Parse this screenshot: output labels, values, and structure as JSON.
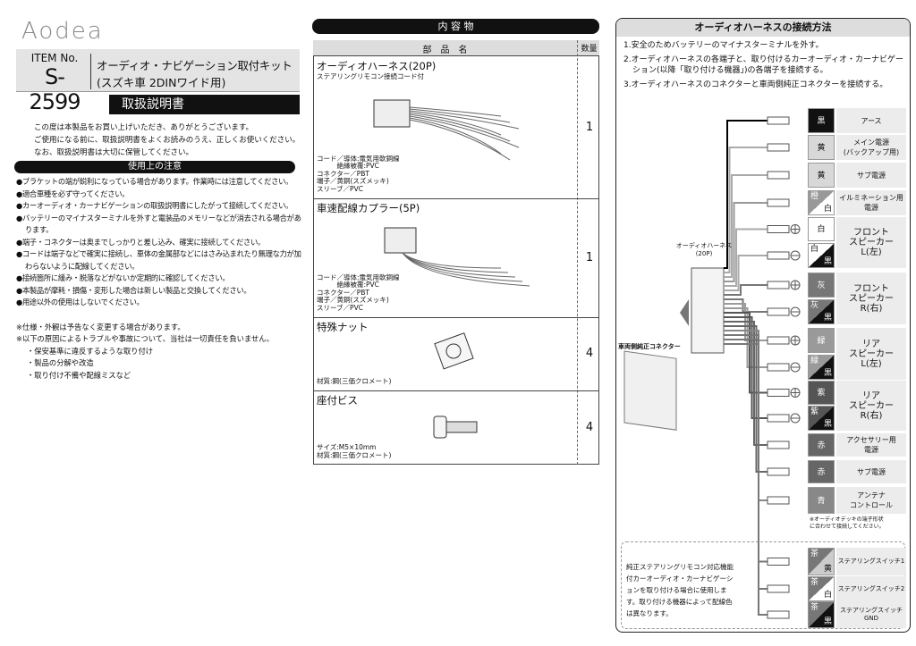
{
  "brand": "Aodea",
  "item": {
    "label": "ITEM No.",
    "code": "S-2599",
    "title_line1": "オーディオ・ナビゲーション取付キット",
    "title_line2": "(スズキ車 2DINワイド用)"
  },
  "manual_title": "取扱説明書",
  "intro": [
    "この度は本製品をお買い上げいただき、ありがとうございます。",
    "ご使用になる前に、取扱説明書をよくお読みのうえ、正しくお使いください。",
    "なお、取扱説明書は大切に保管してください。"
  ],
  "cautions": {
    "title": "使用上の注意",
    "items": [
      "●ブラケットの端が鋭利になっている場合があります。作業時には注意してください。",
      "●適合車種を必ず守ってください。",
      "●カーオーディオ・カーナビゲーションの取扱説明書にしたがって接続してください。",
      "●バッテリーのマイナスターミナルを外すと電装品のメモリーなどが消去される場合があります。",
      "●端子・コネクターは奥までしっかりと差し込み、確実に接続してください。",
      "●コードは端子などで確実に接続し、車体の金属部などにはさみ込まれたり無理な力が加わらないように配線してください。",
      "●接続箇所に緩み・脱落などがないか定期的に確認してください。",
      "●本製品が摩耗・損傷・変形した場合は新しい製品と交換してください。",
      "●用途以外の使用はしないでください。"
    ]
  },
  "notes": [
    "※仕様・外観は予告なく変更する場合があります。",
    "※以下の原因によるトラブルや事故について、当社は一切責任を負いません。",
    "・保安基準に違反するような取り付け",
    "・製品の分解や改造",
    "・取り付け不備や配線ミスなど"
  ],
  "contents": {
    "title": "内 容 物",
    "header_name": "部　品　名",
    "header_qty": "数量",
    "parts": [
      {
        "name": "オーディオハーネス(20P)",
        "sub": "ステアリングリモコン接続コード付",
        "spec": [
          "コード／導体:電気用軟銅線",
          "　　　絶縁被覆:PVC",
          "コネクター／PBT",
          "端子／黄銅(スズメッキ)",
          "スリーブ／PVC"
        ],
        "qty": "1"
      },
      {
        "name": "車速配線カプラー(5P)",
        "sub": "",
        "spec": [
          "コード／導体:電気用軟銅線",
          "　　　絶縁被覆:PVC",
          "コネクター／PBT",
          "端子／黄銅(スズメッキ)",
          "スリーブ／PVC"
        ],
        "qty": "1"
      },
      {
        "name": "特殊ナット",
        "sub": "",
        "spec": [
          "材質:鋼(三価クロメート)"
        ],
        "qty": "4"
      },
      {
        "name": "座付ビス",
        "sub": "",
        "spec": [
          "サイズ:M5×10mm",
          "材質:鋼(三価クロメート)"
        ],
        "qty": "4"
      }
    ]
  },
  "harness": {
    "title": "オーディオハーネスの接続方法",
    "steps": [
      "1.安全のためバッテリーのマイナスターミナルを外す。",
      "2.オーディオハーネスの各端子と、取り付けるカーオーディオ・カーナビゲーション(以降「取り付ける機器」)の各端子を接続する。",
      "3.オーディオハーネスのコネクターと車両側純正コネクターを接続する。"
    ],
    "harness_label": "オーディオハーネス",
    "harness_pins": "(20P)",
    "vehicle_connector": "車両側純正コネクター",
    "wires": [
      {
        "color": "黒",
        "bg": "#111",
        "fg": "#fff"
      },
      {
        "color": "黄",
        "bg": "#d8d8d8",
        "fg": "#111"
      },
      {
        "color": "黄",
        "bg": "#d8d8d8",
        "fg": "#111"
      },
      {
        "color": "橙",
        "color2": "白",
        "bg": "#999",
        "bg2": "#fff"
      },
      {
        "color": "白",
        "bg": "#fff",
        "fg": "#111",
        "sign": "+"
      },
      {
        "color": "白",
        "color2": "黒",
        "bg": "#fff",
        "bg2": "#111",
        "sign": "-"
      },
      {
        "color": "灰",
        "bg": "#777",
        "fg": "#fff",
        "sign": "+"
      },
      {
        "color": "灰",
        "color2": "黒",
        "bg": "#777",
        "bg2": "#111",
        "sign": "-"
      },
      {
        "color": "緑",
        "bg": "#9a9a9a",
        "fg": "#fff",
        "sign": "+"
      },
      {
        "color": "緑",
        "color2": "黒",
        "bg": "#9a9a9a",
        "bg2": "#111",
        "sign": "-"
      },
      {
        "color": "紫",
        "bg": "#555",
        "fg": "#fff",
        "sign": "+"
      },
      {
        "color": "紫",
        "color2": "黒",
        "bg": "#555",
        "bg2": "#111",
        "sign": "-"
      },
      {
        "color": "赤",
        "bg": "#666",
        "fg": "#fff"
      },
      {
        "color": "赤",
        "bg": "#666",
        "fg": "#fff"
      },
      {
        "color": "青",
        "bg": "#888",
        "fg": "#fff"
      },
      {
        "color": "茶",
        "color2": "黄",
        "bg": "#777",
        "bg2": "#ccc"
      },
      {
        "color": "茶",
        "color2": "白",
        "bg": "#777",
        "bg2": "#fff"
      },
      {
        "color": "茶",
        "color2": "黒",
        "bg": "#777",
        "bg2": "#111"
      }
    ],
    "labels": [
      "アース",
      "メイン電源\n(バックアップ用)",
      "サブ電源",
      "イルミネーション用\n電源",
      "フロント\nスピーカー\nL(左)",
      "フロント\nスピーカー\nR(右)",
      "リア\nスピーカー\nL(左)",
      "リア\nスピーカー\nR(右)",
      "アクセサリー用\n電源",
      "サブ電源",
      "アンテナ\nコントロール",
      "ステアリングスイッチ1",
      "ステアリングスイッチ2",
      "ステアリングスイッチ\nGND"
    ],
    "antenna_note": "※オーディオデッキの端子形状\nに合わせて接続してください。",
    "steering_note": "純正ステアリングリモコン対応機能付カーオーディオ・カーナビゲーションを取り付ける場合に使用します。取り付ける機器によって配線色は異なります。"
  }
}
